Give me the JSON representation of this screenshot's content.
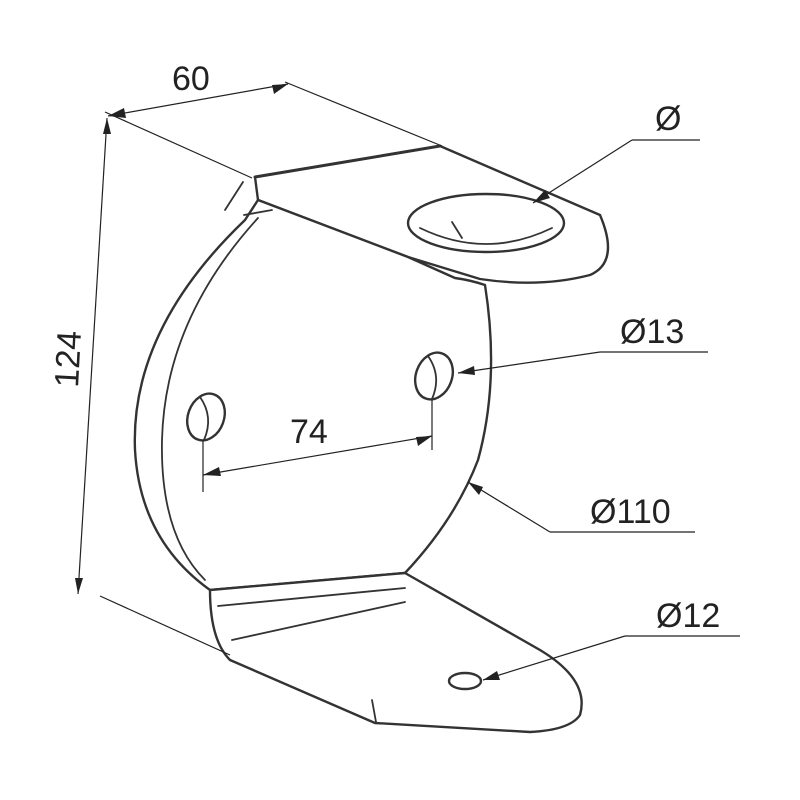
{
  "dimensions": {
    "width": "60",
    "height": "124",
    "hole_spacing": "74",
    "top_hole": "Ø",
    "side_holes": "Ø13",
    "body_diameter": "Ø110",
    "bottom_hole": "Ø12"
  },
  "colors": {
    "line": "#333333",
    "background": "#ffffff"
  }
}
